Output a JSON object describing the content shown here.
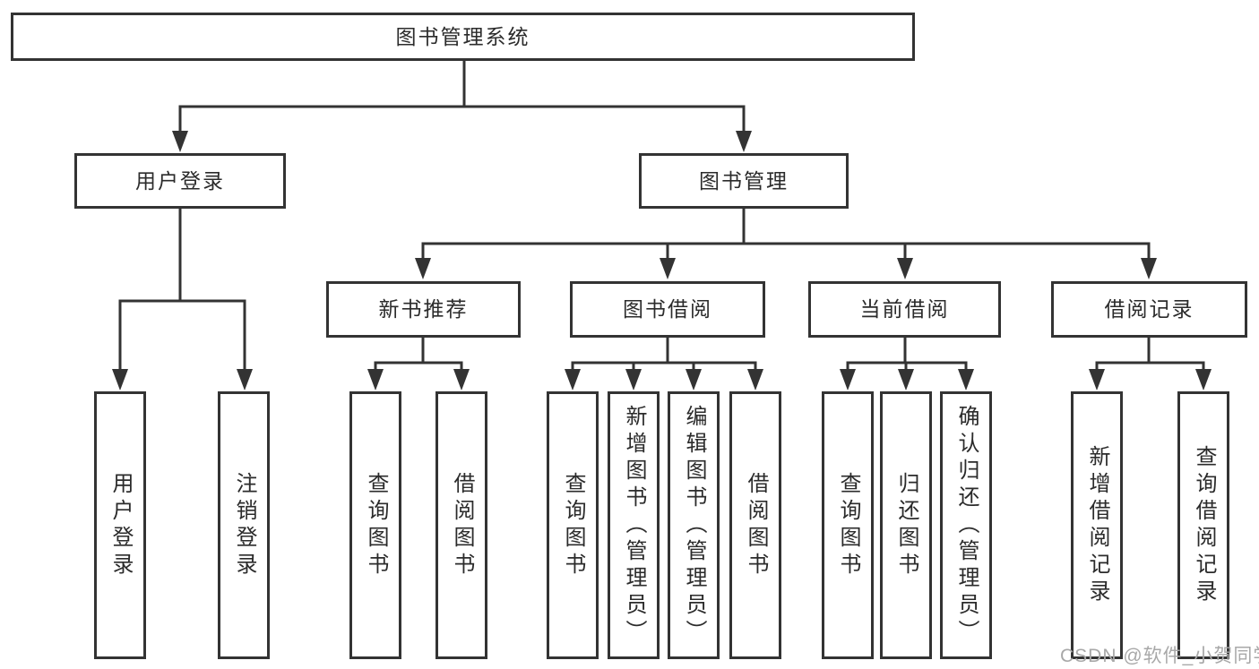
{
  "diagram_type": "functional-structure-tree",
  "colors": {
    "line": "#333333",
    "text": "#2b2b2b",
    "background": "#ffffff",
    "watermark": "#a8a8a8"
  },
  "watermark": "CSDN @软件_小贺同学",
  "tree": {
    "label": "图书管理系统",
    "children": [
      {
        "label": "用户登录",
        "children": [
          {
            "label": "用户登录"
          },
          {
            "label": "注销登录"
          }
        ]
      },
      {
        "label": "图书管理",
        "children": [
          {
            "label": "新书推荐",
            "children": [
              {
                "label": "查询图书"
              },
              {
                "label": "借阅图书"
              }
            ]
          },
          {
            "label": "图书借阅",
            "children": [
              {
                "label": "查询图书"
              },
              {
                "label": "新增图书（管理员）"
              },
              {
                "label": "编辑图书（管理员）"
              },
              {
                "label": "借阅图书"
              }
            ]
          },
          {
            "label": "当前借阅",
            "children": [
              {
                "label": "查询图书"
              },
              {
                "label": "归还图书"
              },
              {
                "label": "确认归还（管理员）"
              }
            ]
          },
          {
            "label": "借阅记录",
            "children": [
              {
                "label": "新增借阅记录"
              },
              {
                "label": "查询借阅记录"
              }
            ]
          }
        ]
      }
    ]
  }
}
